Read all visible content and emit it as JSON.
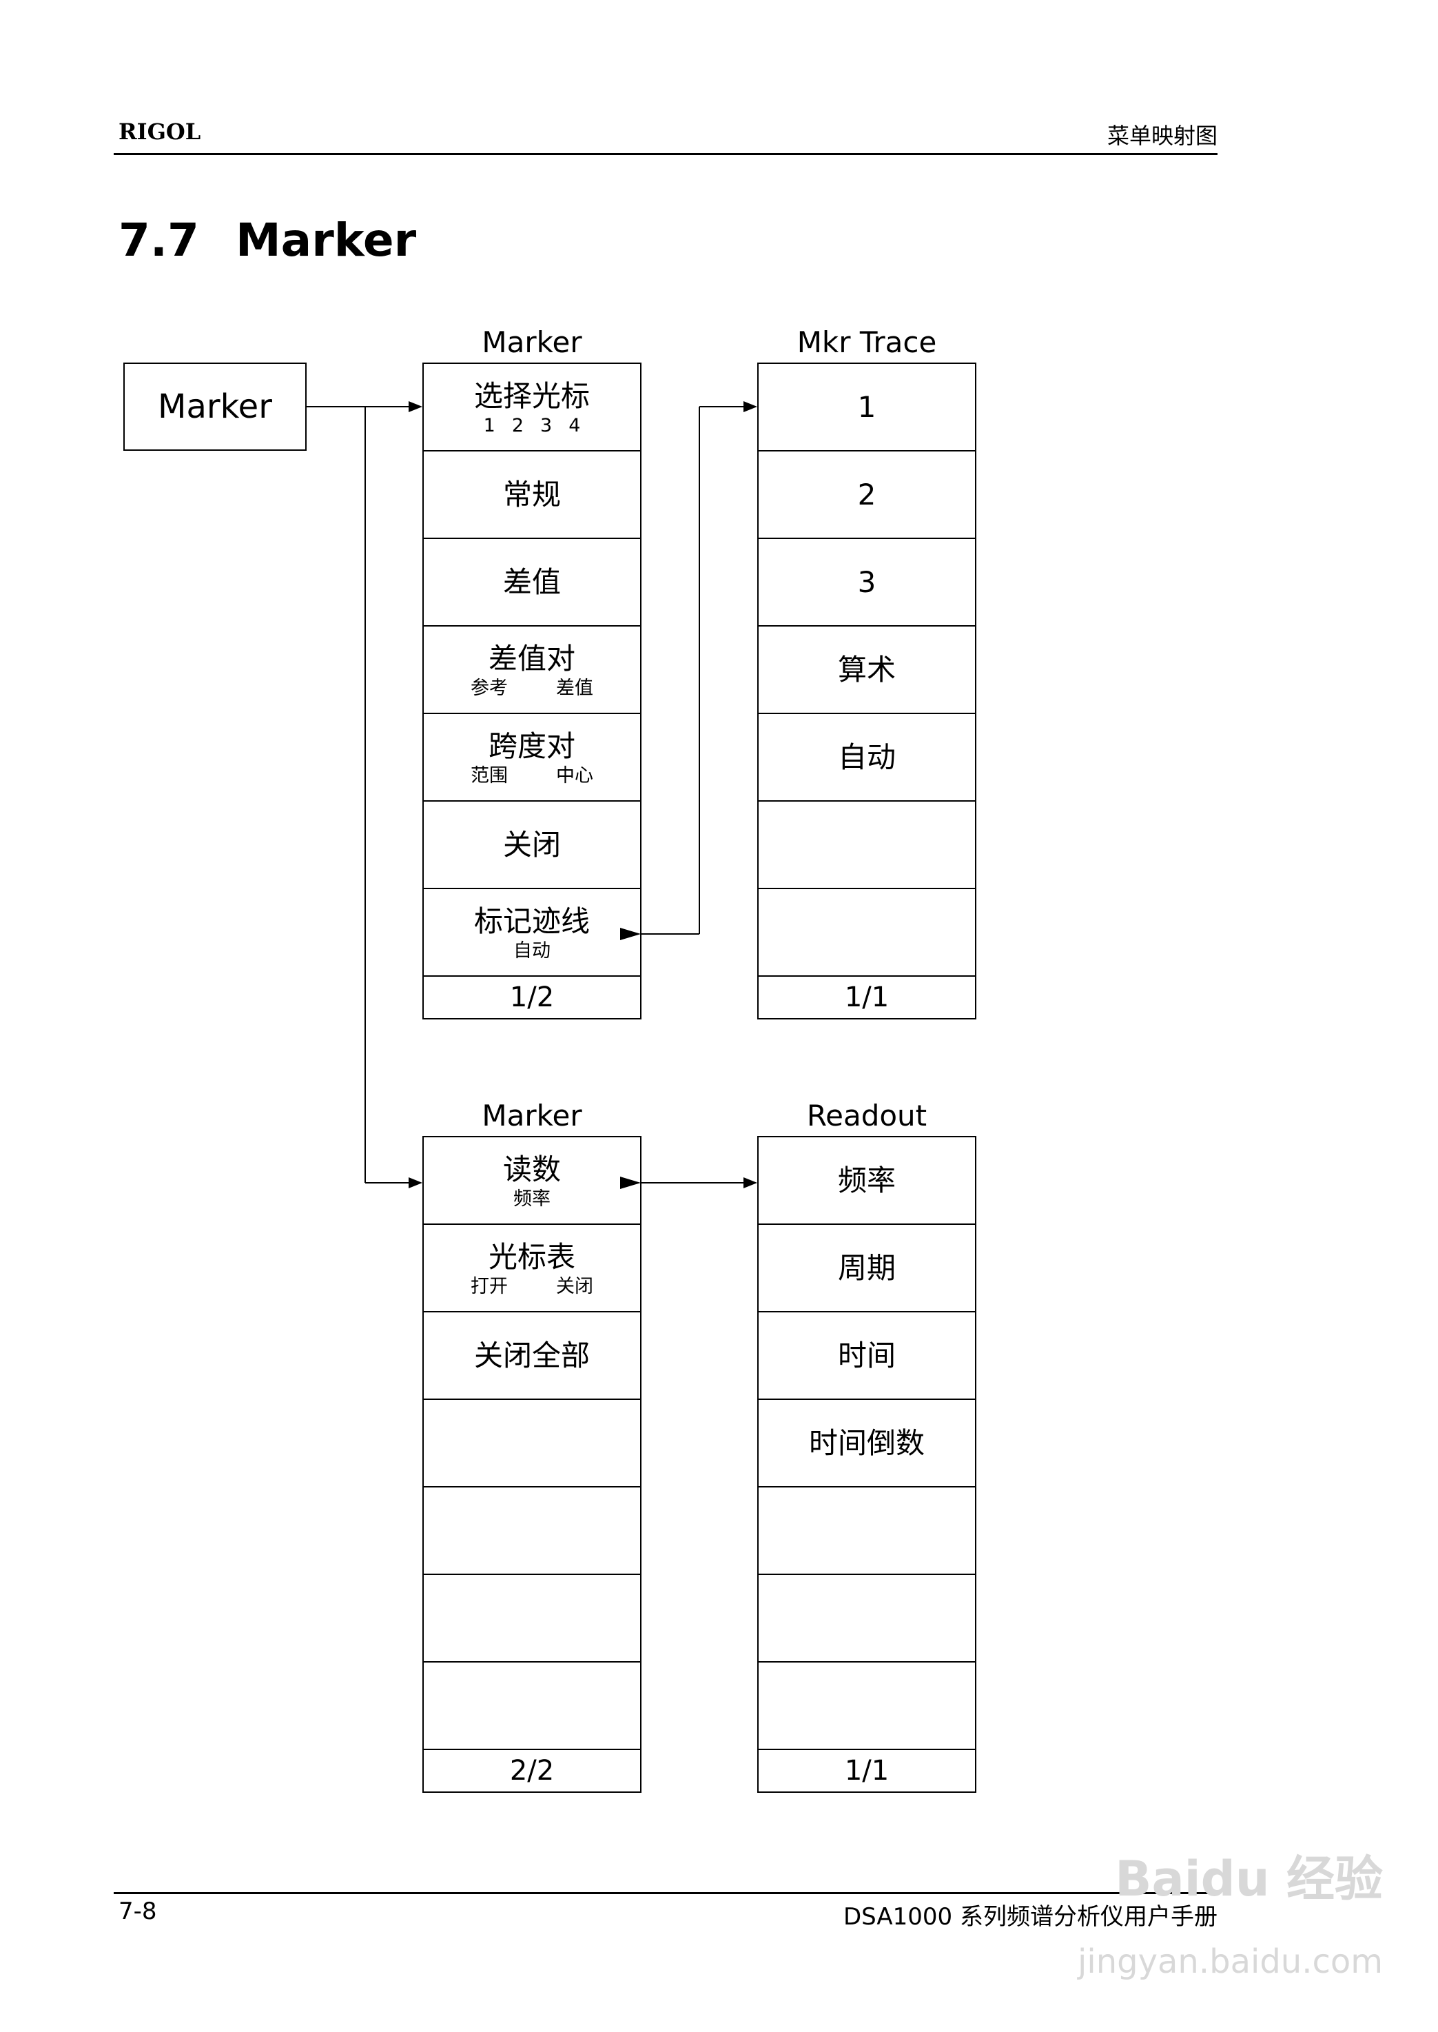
{
  "header": {
    "logo": "RIGOL",
    "section_title": "菜单映射图"
  },
  "heading": {
    "number": "7.7",
    "title": "Marker"
  },
  "root": {
    "label": "Marker"
  },
  "menus": {
    "marker1": {
      "title": "Marker",
      "items": [
        {
          "main": "选择光标",
          "nums": [
            "1",
            "2",
            "3",
            "4"
          ]
        },
        {
          "main": "常规"
        },
        {
          "main": "差值"
        },
        {
          "main": "差值对",
          "sub": [
            "参考",
            "差值"
          ]
        },
        {
          "main": "跨度对",
          "sub": [
            "范围",
            "中心"
          ]
        },
        {
          "main": "关闭"
        },
        {
          "main": "标记迹线",
          "sub1": "自动"
        }
      ],
      "page": "1/2"
    },
    "mkrtrace": {
      "title": "Mkr Trace",
      "items": [
        "1",
        "2",
        "3",
        "算术",
        "自动",
        "",
        ""
      ],
      "page": "1/1"
    },
    "marker2": {
      "title": "Marker",
      "items": [
        {
          "main": "读数",
          "sub1": "频率"
        },
        {
          "main": "光标表",
          "sub": [
            "打开",
            "关闭"
          ]
        },
        {
          "main": "关闭全部"
        },
        {
          "main": ""
        },
        {
          "main": ""
        },
        {
          "main": ""
        },
        {
          "main": ""
        }
      ],
      "page": "2/2"
    },
    "readout": {
      "title": "Readout",
      "items": [
        "频率",
        "周期",
        "时间",
        "时间倒数",
        "",
        "",
        ""
      ],
      "page": "1/1"
    }
  },
  "footer": {
    "page_number": "7-8",
    "manual_title": "DSA1000 系列频谱分析仪用户手册"
  },
  "watermark": {
    "line1": "Baidu 经验",
    "line2": "jingyan.baidu.com"
  }
}
